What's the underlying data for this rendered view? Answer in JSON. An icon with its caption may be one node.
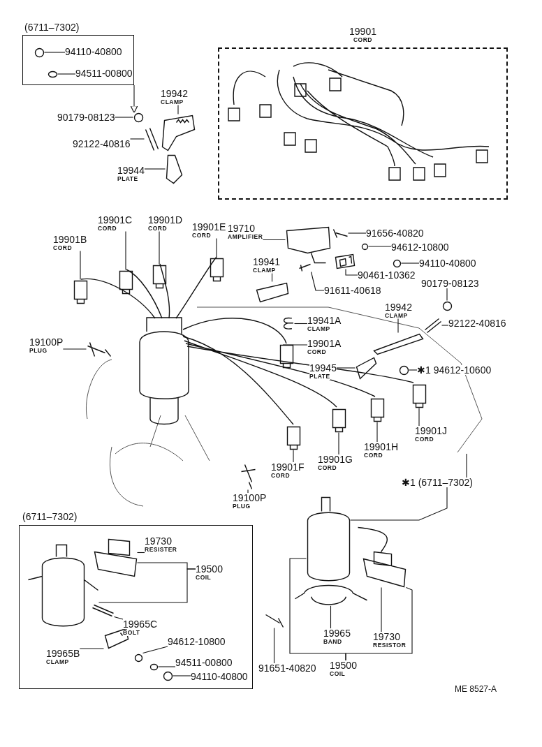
{
  "diagram": {
    "nodes": [
      {
        "text": [
          "(6711–7302)"
        ]
      },
      {
        "text": [
          "94110-40800"
        ],
        "in": 0
      },
      {
        "text": [
          "94511-00800"
        ],
        "in": 0
      },
      {
        "text": [
          "19901",
          "CORD"
        ]
      },
      {
        "text": [
          "19942",
          "CLAMP"
        ]
      },
      {
        "text": [
          "90179-08123"
        ]
      },
      {
        "text": [
          "92122-40816"
        ]
      },
      {
        "text": [
          "19944",
          "PLATE"
        ]
      },
      {
        "text": [
          "19901C",
          "CORD"
        ]
      },
      {
        "text": [
          "19901D",
          "CORD"
        ]
      },
      {
        "text": [
          "19901E",
          "CORD"
        ]
      },
      {
        "text": [
          "19710",
          "AMPLIFIER"
        ]
      },
      {
        "text": [
          "91656-40820"
        ]
      },
      {
        "text": [
          "94612-10800"
        ]
      },
      {
        "text": [
          "94110-40800"
        ]
      },
      {
        "text": [
          "19901B",
          "CORD"
        ]
      },
      {
        "text": [
          "19941",
          "CLAMP"
        ]
      },
      {
        "text": [
          "90461-10362"
        ]
      },
      {
        "text": [
          "91611-40618"
        ]
      },
      {
        "text": [
          "90179-08123"
        ]
      },
      {
        "text": [
          "19942",
          "CLAMP"
        ]
      },
      {
        "text": [
          "19941A",
          "CLAMP"
        ]
      },
      {
        "text": [
          "92122-40816"
        ]
      },
      {
        "text": [
          "19100P",
          "PLUG"
        ]
      },
      {
        "text": [
          "19901A",
          "CORD"
        ]
      },
      {
        "text": [
          "19945",
          "PLATE"
        ]
      },
      {
        "text": [
          "✱1 94612-10600"
        ]
      },
      {
        "text": [
          "19901J",
          "CORD"
        ]
      },
      {
        "text": [
          "19901H",
          "CORD"
        ]
      },
      {
        "text": [
          "19901G",
          "CORD"
        ]
      },
      {
        "text": [
          "19901F",
          "CORD"
        ]
      },
      {
        "text": [
          "19100P",
          "PLUG"
        ]
      },
      {
        "text": [
          "✱1 (6711–7302)"
        ]
      },
      {
        "text": [
          "(6711–7302)"
        ]
      },
      {
        "text": [
          "19730",
          "RESISTER"
        ],
        "in": 33
      },
      {
        "text": [
          "19500",
          "COIL"
        ],
        "in": 33
      },
      {
        "text": [
          "19965C",
          "BOLT"
        ],
        "in": 33
      },
      {
        "text": [
          "94612-10800"
        ],
        "in": 33
      },
      {
        "text": [
          "19965B",
          "CLAMP"
        ],
        "in": 33
      },
      {
        "text": [
          "94511-00800"
        ],
        "in": 33
      },
      {
        "text": [
          "94110-40800"
        ],
        "in": 33
      },
      {
        "text": [
          "19965",
          "BAND"
        ]
      },
      {
        "text": [
          "19730",
          "RESISTOR"
        ]
      },
      {
        "text": [
          "91651-40820"
        ]
      },
      {
        "text": [
          "19500",
          "COIL"
        ]
      },
      {
        "text": [],
        "shape": "picture",
        "in": 0
      },
      {
        "text": [],
        "shape": "picture",
        "in": 0
      },
      {
        "text": [],
        "shape": "picture"
      },
      {
        "text": [],
        "shape": "picture"
      },
      {
        "text": [],
        "shape": "picture"
      },
      {
        "text": [],
        "shape": "picture"
      },
      {
        "text": [],
        "shape": "picture"
      },
      {
        "text": [],
        "shape": "picture"
      },
      {
        "text": [],
        "shape": "picture"
      },
      {
        "text": [],
        "shape": "picture"
      },
      {
        "text": [],
        "shape": "picture"
      },
      {
        "text": [],
        "shape": "picture"
      },
      {
        "text": [],
        "shape": "picture"
      },
      {
        "text": [],
        "shape": "picture"
      },
      {
        "text": [],
        "shape": "picture"
      },
      {
        "text": [],
        "shape": "picture"
      },
      {
        "text": [],
        "shape": "picture"
      },
      {
        "text": [],
        "shape": "picture"
      },
      {
        "text": [],
        "shape": "picture"
      },
      {
        "text": [],
        "shape": "picture"
      },
      {
        "text": [],
        "shape": "picture"
      },
      {
        "text": [],
        "shape": "picture"
      },
      {
        "text": [],
        "shape": "picture"
      },
      {
        "text": [],
        "shape": "picture"
      },
      {
        "text": [],
        "shape": "picture"
      },
      {
        "text": [],
        "shape": "picture"
      },
      {
        "text": [],
        "shape": "picture"
      },
      {
        "text": [],
        "shape": "picture"
      },
      {
        "text": [],
        "shape": "picture"
      },
      {
        "text": [],
        "shape": "picture"
      },
      {
        "text": [],
        "shape": "picture",
        "in": 33
      },
      {
        "text": [],
        "shape": "picture",
        "in": 33
      },
      {
        "text": [],
        "shape": "picture",
        "in": 33
      },
      {
        "text": [],
        "shape": "picture",
        "in": 33
      },
      {
        "text": [],
        "shape": "picture",
        "in": 33
      },
      {
        "text": [],
        "shape": "picture",
        "in": 33
      },
      {
        "text": [],
        "shape": "picture",
        "in": 33
      },
      {
        "text": [],
        "shape": "picture"
      },
      {
        "text": [],
        "shape": "picture"
      },
      {
        "text": [],
        "shape": "picture"
      },
      {
        "text": [],
        "shape": "picture"
      }
    ],
    "edges": [
      {
        "from": 0,
        "to": 47,
        "arrow": "to"
      },
      {
        "from": 1,
        "to": 45,
        "arrow": "none"
      },
      {
        "from": 2,
        "to": 46,
        "arrow": "none"
      },
      {
        "from": 4,
        "to": 48,
        "arrow": "none"
      },
      {
        "from": 5,
        "to": 47,
        "arrow": "none"
      },
      {
        "from": 6,
        "to": 49,
        "arrow": "none"
      },
      {
        "from": 7,
        "to": 50,
        "arrow": "none"
      },
      {
        "from": 8,
        "to": 52,
        "arrow": "none"
      },
      {
        "from": 9,
        "to": 53,
        "arrow": "none"
      },
      {
        "from": 10,
        "to": 54,
        "arrow": "none"
      },
      {
        "from": 11,
        "to": 55,
        "arrow": "none"
      },
      {
        "from": 12,
        "to": 56,
        "arrow": "none"
      },
      {
        "from": 13,
        "to": 57,
        "arrow": "none"
      },
      {
        "from": 14,
        "to": 58,
        "arrow": "none"
      },
      {
        "from": 15,
        "to": 51,
        "arrow": "none"
      },
      {
        "from": 16,
        "to": 59,
        "arrow": "none"
      },
      {
        "from": 17,
        "to": 60,
        "arrow": "none"
      },
      {
        "from": 18,
        "to": 61,
        "arrow": "none"
      },
      {
        "from": 19,
        "to": 62,
        "arrow": "none"
      },
      {
        "from": 20,
        "to": 65,
        "arrow": "none"
      },
      {
        "from": 21,
        "to": 63,
        "arrow": "none"
      },
      {
        "from": 22,
        "to": 64,
        "arrow": "none"
      },
      {
        "from": 23,
        "to": 66,
        "arrow": "none"
      },
      {
        "from": 24,
        "to": 67,
        "arrow": "none"
      },
      {
        "from": 25,
        "to": 68,
        "arrow": "none"
      },
      {
        "from": 26,
        "to": 69,
        "arrow": "none"
      },
      {
        "from": 27,
        "to": 70,
        "arrow": "none"
      },
      {
        "from": 28,
        "to": 71,
        "arrow": "none"
      },
      {
        "from": 29,
        "to": 72,
        "arrow": "none"
      },
      {
        "from": 30,
        "to": 73,
        "arrow": "none"
      },
      {
        "from": 31,
        "to": 74,
        "arrow": "none"
      },
      {
        "from": 32,
        "to": null,
        "arrow": "none"
      },
      {
        "from": 32,
        "to": 82,
        "arrow": "none"
      },
      {
        "from": 34,
        "to": 76,
        "arrow": "none"
      },
      {
        "from": 35,
        "to": 75,
        "arrow": "none"
      },
      {
        "from": 35,
        "to": 76,
        "arrow": "none"
      },
      {
        "from": 36,
        "to": 77,
        "arrow": "none"
      },
      {
        "from": 37,
        "to": 79,
        "arrow": "none"
      },
      {
        "from": 38,
        "to": 78,
        "arrow": "none"
      },
      {
        "from": 39,
        "to": 80,
        "arrow": "none"
      },
      {
        "from": 40,
        "to": 81,
        "arrow": "none"
      },
      {
        "from": 41,
        "to": 83,
        "arrow": "none"
      },
      {
        "from": 42,
        "to": 84,
        "arrow": "none"
      },
      {
        "from": 43,
        "to": 85,
        "arrow": "none"
      },
      {
        "from": 44,
        "to": 82,
        "arrow": "none"
      },
      {
        "from": 44,
        "to": 84,
        "arrow": "none"
      }
    ],
    "labels": [
      "ME 8527-A"
    ]
  }
}
